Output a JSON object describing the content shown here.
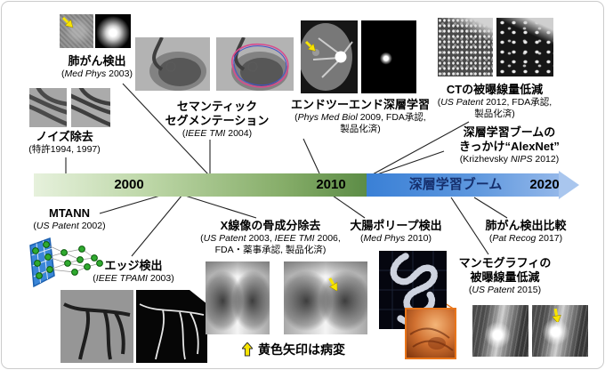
{
  "timeline": {
    "start_label": "2000",
    "mid_label": "2010",
    "end_label": "2020",
    "boom_label": "深層学習ブーム"
  },
  "note": {
    "icon": "yellow-up-arrow",
    "text": "黄色矢印は病変"
  },
  "milestones": {
    "lung_cancer_detection": {
      "title": "肺がん検出",
      "ref": [
        {
          "t": "("
        },
        {
          "t": "Med Phys",
          "em": true
        },
        {
          "t": " 2003)"
        }
      ]
    },
    "noise_reduction": {
      "title": "ノイズ除去",
      "ref": [
        {
          "t": "(特許1994, 1997)"
        }
      ]
    },
    "semantic_segmentation": {
      "title_line1": "セマンティック",
      "title_line2": "セグメンテーション",
      "ref": [
        {
          "t": "("
        },
        {
          "t": "IEEE TMI",
          "em": true
        },
        {
          "t": " 2004)"
        }
      ]
    },
    "end_to_end_deep_learning": {
      "title": "エンドツーエンド深層学習",
      "ref_line1": [
        {
          "t": "("
        },
        {
          "t": "Phys Med Biol",
          "em": true
        },
        {
          "t": " 2009, FDA承認,"
        }
      ],
      "ref_line2": [
        {
          "t": "製品化済)"
        }
      ]
    },
    "ct_dose_reduction": {
      "title": "CTの被曝線量低減",
      "ref_line1": [
        {
          "t": "("
        },
        {
          "t": "US Patent",
          "em": true
        },
        {
          "t": " 2012, FDA承認,"
        }
      ],
      "ref_line2": [
        {
          "t": "製品化済)"
        }
      ]
    },
    "alexnet": {
      "title_line1": "深層学習ブームの",
      "title_line2": "きっかけ“AlexNet”",
      "ref": [
        {
          "t": "(Krizhevsky "
        },
        {
          "t": "NIPS",
          "em": true
        },
        {
          "t": " 2012)"
        }
      ]
    },
    "mtann": {
      "title": "MTANN",
      "ref": [
        {
          "t": "("
        },
        {
          "t": "US Patent",
          "em": true
        },
        {
          "t": " 2002)"
        }
      ]
    },
    "edge_detection": {
      "title": "エッジ検出",
      "ref": [
        {
          "t": "("
        },
        {
          "t": "IEEE TPAMI",
          "em": true
        },
        {
          "t": " 2003)"
        }
      ]
    },
    "bone_suppression": {
      "title": "X線像の骨成分除去",
      "ref_line1": [
        {
          "t": "("
        },
        {
          "t": "US Patent",
          "em": true
        },
        {
          "t": " 2003, "
        },
        {
          "t": "IEEE TMI",
          "em": true
        },
        {
          "t": " 2006,"
        }
      ],
      "ref_line2": [
        {
          "t": "FDA・薬事承認, 製品化済)"
        }
      ]
    },
    "polyp_detection": {
      "title": "大腸ポリープ検出",
      "ref": [
        {
          "t": "("
        },
        {
          "t": "Med Phys",
          "em": true
        },
        {
          "t": " 2010)"
        }
      ]
    },
    "lung_cancer_comparison": {
      "title": "肺がん検出比較",
      "ref": [
        {
          "t": "("
        },
        {
          "t": "Pat Recog",
          "em": true
        },
        {
          "t": " 2017)"
        }
      ]
    },
    "mammography_dose_reduction": {
      "title_line1": "マンモグラフィの",
      "title_line2": "被曝線量低減",
      "ref": [
        {
          "t": "("
        },
        {
          "t": "US Patent",
          "em": true
        },
        {
          "t": " 2015)"
        }
      ]
    }
  },
  "colors": {
    "timeline_green_start": "#e6f1dc",
    "timeline_green_end": "#5c8c46",
    "timeline_blue_start": "#3a80d6",
    "timeline_blue_end": "#a9c6ee",
    "boom_text": "#16306e",
    "lesion_arrow_yellow": "#f7e400",
    "callout_orange": "#e8751a"
  }
}
